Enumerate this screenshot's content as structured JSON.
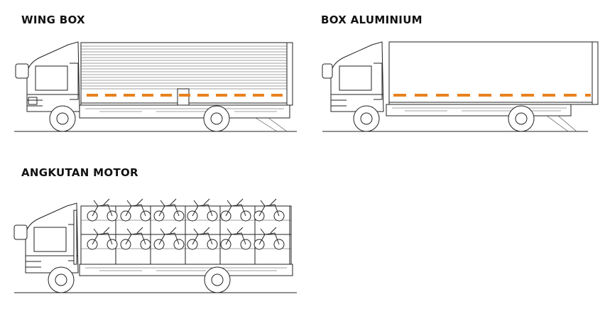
{
  "sections": {
    "wing_box": {
      "title": "WING BOX"
    },
    "box_aluminium": {
      "title": "BOX ALUMINIUM"
    },
    "angkutan_motor": {
      "title": "ANGKUTAN MOTOR"
    }
  },
  "colors": {
    "accent": "#e8821e",
    "line": "#222222",
    "background": "#ffffff"
  },
  "icons": [
    "wing-box-truck-illustration",
    "box-aluminium-truck-illustration",
    "motorcycle-carrier-truck-illustration"
  ]
}
